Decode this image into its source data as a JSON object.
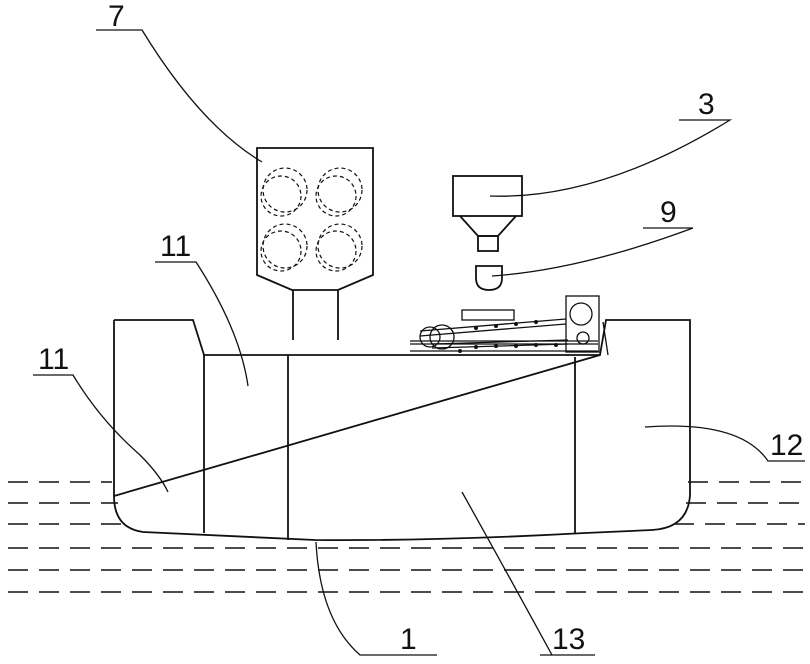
{
  "figure": {
    "labels": {
      "storage_bin": "7",
      "feeder": "3",
      "nozzle": "9",
      "tank_upper_left": "11",
      "tank_left": "11",
      "tank_right": "12",
      "hull": "1",
      "main_hold": "13"
    }
  }
}
